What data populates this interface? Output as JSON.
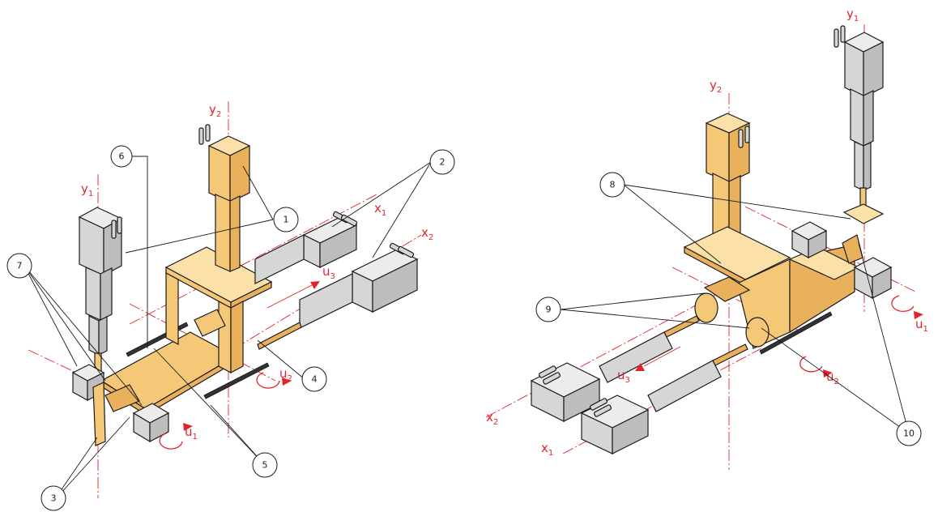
{
  "left_view": {
    "axes": {
      "y1": {
        "main": "y",
        "sub": "1"
      },
      "y2": {
        "main": "y",
        "sub": "2"
      },
      "x1": {
        "main": "x",
        "sub": "1"
      },
      "x2": {
        "main": "x",
        "sub": "2"
      },
      "u1": {
        "main": "u",
        "sub": "1"
      },
      "u2": {
        "main": "u",
        "sub": "2"
      },
      "u3": {
        "main": "u",
        "sub": "3"
      }
    },
    "callouts": [
      "1",
      "2",
      "3",
      "4",
      "5",
      "6",
      "7"
    ]
  },
  "right_view": {
    "axes": {
      "y1": {
        "main": "y",
        "sub": "1"
      },
      "y2": {
        "main": "y",
        "sub": "2"
      },
      "x1": {
        "main": "x",
        "sub": "1"
      },
      "x2": {
        "main": "x",
        "sub": "2"
      },
      "u1": {
        "main": "u",
        "sub": "1"
      },
      "u2": {
        "main": "u",
        "sub": "2"
      },
      "u3": {
        "main": "u",
        "sub": "3"
      }
    },
    "callouts": [
      "8",
      "9",
      "10"
    ]
  }
}
